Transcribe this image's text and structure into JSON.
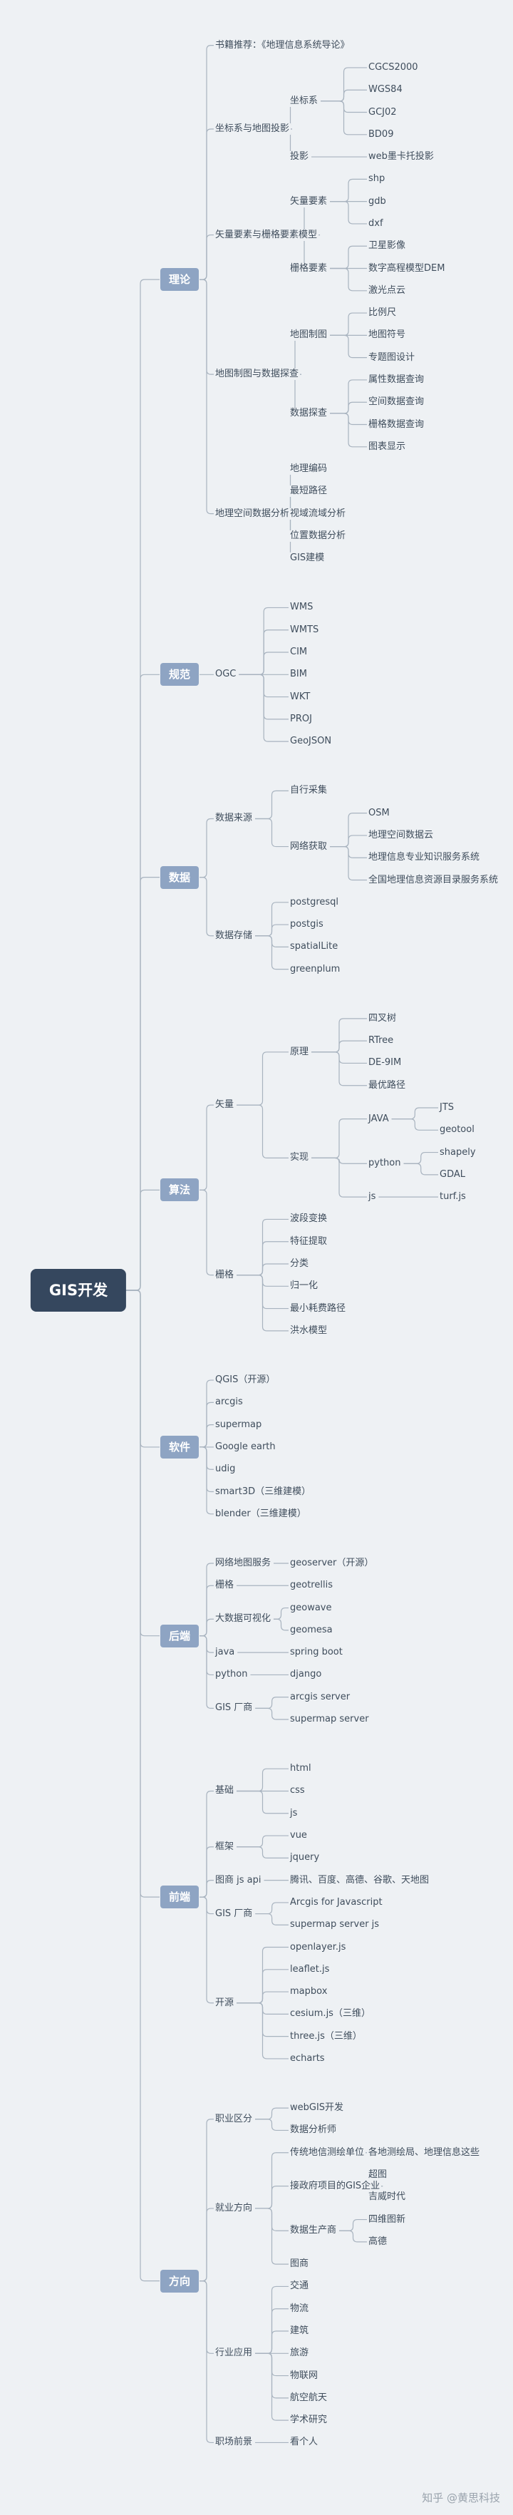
{
  "root": "GIS开发",
  "watermark": "知乎 @黄思科技",
  "categories": [
    {
      "label": "理论",
      "children": [
        {
          "label": "书籍推荐：《地理信息系统导论》"
        },
        {
          "label": "坐标系与地图投影",
          "children": [
            {
              "label": "坐标系",
              "children": [
                {
                  "label": "CGCS2000"
                },
                {
                  "label": "WGS84"
                },
                {
                  "label": "GCJ02"
                },
                {
                  "label": "BD09"
                }
              ]
            },
            {
              "label": "投影",
              "children": [
                {
                  "label": "web墨卡托投影"
                }
              ]
            }
          ]
        },
        {
          "label": "矢量要素与栅格要素模型",
          "children": [
            {
              "label": "矢量要素",
              "children": [
                {
                  "label": "shp"
                },
                {
                  "label": "gdb"
                },
                {
                  "label": "dxf"
                }
              ]
            },
            {
              "label": "栅格要素",
              "children": [
                {
                  "label": "卫星影像"
                },
                {
                  "label": "数字高程模型DEM"
                },
                {
                  "label": "激光点云"
                }
              ]
            }
          ]
        },
        {
          "label": "地图制图与数据探查",
          "children": [
            {
              "label": "地图制图",
              "children": [
                {
                  "label": "比例尺"
                },
                {
                  "label": "地图符号"
                },
                {
                  "label": "专题图设计"
                }
              ]
            },
            {
              "label": "数据探查",
              "children": [
                {
                  "label": "属性数据查询"
                },
                {
                  "label": "空间数据查询"
                },
                {
                  "label": "栅格数据查询"
                },
                {
                  "label": "图表显示"
                }
              ]
            }
          ]
        },
        {
          "label": "地理空间数据分析",
          "children": [
            {
              "label": "地理编码"
            },
            {
              "label": "最短路径"
            },
            {
              "label": "视域流域分析"
            },
            {
              "label": "位置数据分析"
            },
            {
              "label": "GIS建模"
            }
          ]
        }
      ]
    },
    {
      "label": "规范",
      "children": [
        {
          "label": "OGC",
          "children": [
            {
              "label": "WMS"
            },
            {
              "label": "WMTS"
            },
            {
              "label": "CIM"
            },
            {
              "label": "BIM"
            },
            {
              "label": "WKT"
            },
            {
              "label": "PROJ"
            },
            {
              "label": "GeoJSON"
            }
          ]
        }
      ]
    },
    {
      "label": "数据",
      "children": [
        {
          "label": "数据来源",
          "children": [
            {
              "label": "自行采集"
            },
            {
              "label": "网络获取",
              "children": [
                {
                  "label": "OSM"
                },
                {
                  "label": "地理空间数据云"
                },
                {
                  "label": "地理信息专业知识服务系统"
                },
                {
                  "label": "全国地理信息资源目录服务系统"
                }
              ]
            }
          ]
        },
        {
          "label": "数据存储",
          "children": [
            {
              "label": "postgresql"
            },
            {
              "label": "postgis"
            },
            {
              "label": "spatialLite"
            },
            {
              "label": "greenplum"
            }
          ]
        }
      ]
    },
    {
      "label": "算法",
      "children": [
        {
          "label": "矢量",
          "children": [
            {
              "label": "原理",
              "children": [
                {
                  "label": "四叉树"
                },
                {
                  "label": "RTree"
                },
                {
                  "label": "DE-9IM"
                },
                {
                  "label": "最优路径"
                }
              ]
            },
            {
              "label": "实现",
              "children": [
                {
                  "label": "JAVA",
                  "children": [
                    {
                      "label": "JTS"
                    },
                    {
                      "label": "geotool"
                    }
                  ]
                },
                {
                  "label": "python",
                  "children": [
                    {
                      "label": "shapely"
                    },
                    {
                      "label": "GDAL"
                    }
                  ]
                },
                {
                  "label": "js",
                  "children": [
                    {
                      "label": "turf.js"
                    }
                  ]
                }
              ]
            }
          ]
        },
        {
          "label": "栅格",
          "children": [
            {
              "label": "波段变换"
            },
            {
              "label": "特征提取"
            },
            {
              "label": "分类"
            },
            {
              "label": "归一化"
            },
            {
              "label": "最小耗费路径"
            },
            {
              "label": "洪水模型"
            }
          ]
        }
      ]
    },
    {
      "label": "软件",
      "children": [
        {
          "label": "QGIS（开源）"
        },
        {
          "label": "arcgis"
        },
        {
          "label": "supermap"
        },
        {
          "label": "Google earth"
        },
        {
          "label": "udig"
        },
        {
          "label": "smart3D（三维建模）"
        },
        {
          "label": "blender（三维建模）"
        }
      ]
    },
    {
      "label": "后端",
      "children": [
        {
          "label": "网络地图服务",
          "children": [
            {
              "label": "geoserver（开源）"
            }
          ]
        },
        {
          "label": "栅格",
          "children": [
            {
              "label": "geotrellis"
            }
          ]
        },
        {
          "label": "大数据可视化",
          "children": [
            {
              "label": "geowave"
            },
            {
              "label": "geomesa"
            }
          ]
        },
        {
          "label": "java",
          "children": [
            {
              "label": "spring boot"
            }
          ]
        },
        {
          "label": "python",
          "children": [
            {
              "label": "django"
            }
          ]
        },
        {
          "label": "GIS 厂商",
          "children": [
            {
              "label": "arcgis server"
            },
            {
              "label": "supermap server"
            }
          ]
        }
      ]
    },
    {
      "label": "前端",
      "children": [
        {
          "label": "基础",
          "children": [
            {
              "label": "html"
            },
            {
              "label": "css"
            },
            {
              "label": "js"
            }
          ]
        },
        {
          "label": "框架",
          "children": [
            {
              "label": "vue"
            },
            {
              "label": "jquery"
            }
          ]
        },
        {
          "label": "图商 js api",
          "children": [
            {
              "label": "腾讯、百度、高德、谷歌、天地图"
            }
          ]
        },
        {
          "label": "GIS 厂商",
          "children": [
            {
              "label": "Arcgis for Javascript"
            },
            {
              "label": "supermap server js"
            }
          ]
        },
        {
          "label": "开源",
          "children": [
            {
              "label": "openlayer.js"
            },
            {
              "label": "leaflet.js"
            },
            {
              "label": "mapbox"
            },
            {
              "label": "cesium.js（三维）"
            },
            {
              "label": "three.js（三维）"
            },
            {
              "label": "echarts"
            }
          ]
        }
      ]
    },
    {
      "label": "方向",
      "children": [
        {
          "label": "职业区分",
          "children": [
            {
              "label": "webGIS开发"
            },
            {
              "label": "数据分析师"
            }
          ]
        },
        {
          "label": "就业方向",
          "children": [
            {
              "label": "传统地信测绘单位",
              "children": [
                {
                  "label": "各地测绘局、地理信息这些"
                }
              ]
            },
            {
              "label": "接政府项目的GIS企业",
              "children": [
                {
                  "label": "超图"
                },
                {
                  "label": "吉威时代"
                }
              ]
            },
            {
              "label": "数据生产商",
              "children": [
                {
                  "label": "四维图新"
                },
                {
                  "label": "高德"
                }
              ]
            },
            {
              "label": "图商"
            }
          ]
        },
        {
          "label": "行业应用",
          "children": [
            {
              "label": "交通"
            },
            {
              "label": "物流"
            },
            {
              "label": "建筑"
            },
            {
              "label": "旅游"
            },
            {
              "label": "物联网"
            },
            {
              "label": "航空航天"
            },
            {
              "label": "学术研究"
            }
          ]
        },
        {
          "label": "职场前景",
          "children": [
            {
              "label": "看个人"
            }
          ]
        }
      ]
    }
  ]
}
